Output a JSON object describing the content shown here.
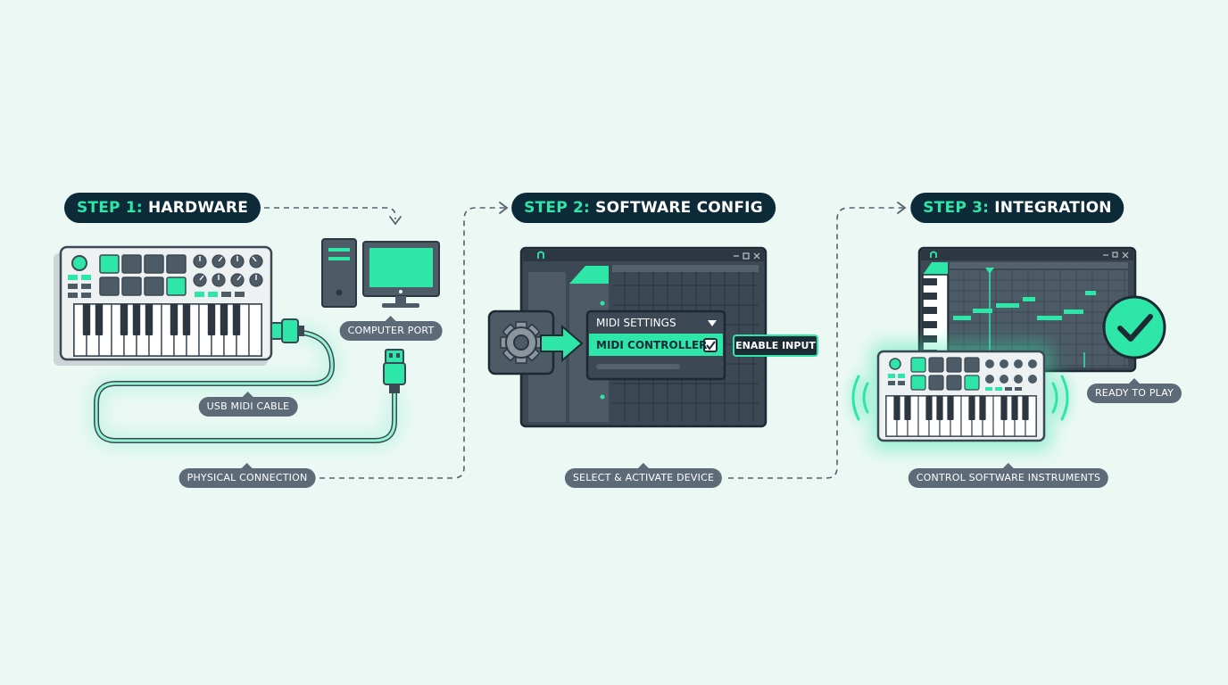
{
  "colors": {
    "background": "#ecf8f4",
    "accent": "#2ee6a8",
    "navy": "#0c2a37",
    "slate": "#4d5b67",
    "tag": "#5d6b78"
  },
  "steps": [
    {
      "number": "STEP 1:",
      "title": "HARDWARE"
    },
    {
      "number": "STEP 2:",
      "title": "SOFTWARE CONFIG"
    },
    {
      "number": "STEP 3:",
      "title": "INTEGRATION"
    }
  ],
  "labels": {
    "computer_port": "COMPUTER PORT",
    "usb_midi_cable": "USB MIDI CABLE",
    "physical_connection": "PHYSICAL CONNECTION",
    "select_activate": "SELECT & ACTIVATE DEVICE",
    "ready_to_play": "READY TO PLAY",
    "control_software": "CONTROL SOFTWARE INSTRUMENTS"
  },
  "midi_menu": {
    "header": "MIDI SETTINGS",
    "selected_item": "MIDI CONTROLLER",
    "enable_button": "ENABLE INPUT"
  },
  "icons": [
    "midi-keyboard-icon",
    "desktop-computer-icon",
    "usb-plug-icon",
    "gear-icon",
    "checkmark-icon",
    "sound-waves-icon",
    "piano-roll-icon"
  ]
}
